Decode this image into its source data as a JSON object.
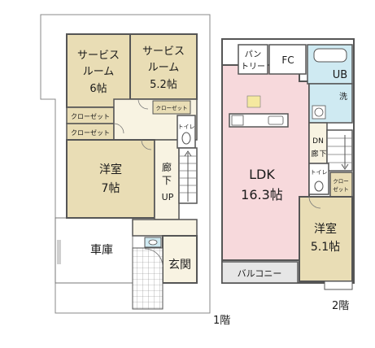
{
  "floor1": {
    "caption": "1階",
    "service_room_a": {
      "line1": "サービス",
      "line2": "ルーム",
      "line3": "6帖"
    },
    "service_room_b": {
      "line1": "サービス",
      "line2": "ルーム",
      "line3": "5.2帖"
    },
    "closet_a": "クローゼット",
    "closet_b": "クローゼット",
    "closet_c": "クローゼット",
    "western_room": {
      "line1": "洋室",
      "line2": "7帖"
    },
    "toilet": "トイレ",
    "hallway": {
      "c1": "廊",
      "c2": "下"
    },
    "stairs_up": "UP",
    "garage": "車庫",
    "entrance": "玄関"
  },
  "floor2": {
    "caption": "2階",
    "pantry": {
      "line1": "パン",
      "line2": "トリー"
    },
    "fc": "FC",
    "ub": "UB",
    "wash": "洗",
    "ldk": {
      "line1": "LDK",
      "line2": "16.3帖"
    },
    "stairs_dn": "DN",
    "hallway": {
      "c1": "廊",
      "c2": "下"
    },
    "toilet": "トイレ",
    "closet": {
      "line1": "クロー",
      "line2": "ゼット"
    },
    "western_room": {
      "line1": "洋室",
      "line2": "5.1帖"
    },
    "balcony": "バルコニー"
  },
  "colors": {
    "room_tan": "#e9ddb5",
    "ldk_pink": "#f7d9dc",
    "wet_blue": "#cfeaf2",
    "hall_cream": "#f8f3e2",
    "balcony_gray": "#e6e6e6"
  }
}
